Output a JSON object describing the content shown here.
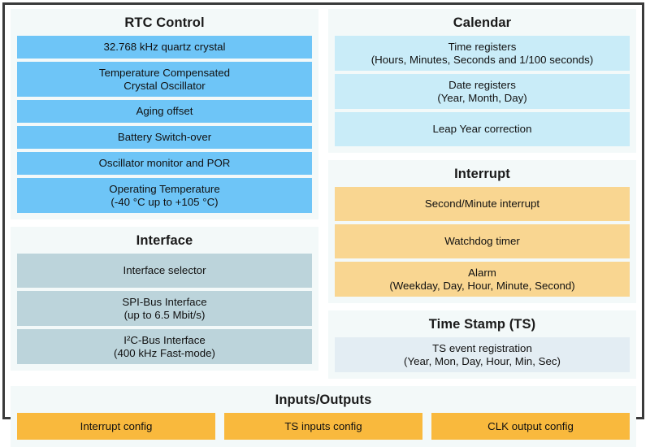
{
  "diagram": {
    "title_semantic": "RTC block diagram",
    "colors": {
      "frame_border": "#3a3a3a",
      "panel_bg": "#f3f9f9",
      "rtc_control_bar": "#6ec5f7",
      "interface_bar": "#bcd4db",
      "calendar_bar": "#c9ecf8",
      "interrupt_bar": "#f9d691",
      "timestamp_bar": "#e3edf3",
      "io_bar": "#f9b93d",
      "text": "#111111"
    },
    "panels": {
      "rtc_control": {
        "title": "RTC Control",
        "items": [
          {
            "line1": "32.768 kHz quartz crystal",
            "line2": ""
          },
          {
            "line1": "Temperature Compensated",
            "line2": "Crystal Oscillator"
          },
          {
            "line1": "Aging offset",
            "line2": ""
          },
          {
            "line1": "Battery Switch-over",
            "line2": ""
          },
          {
            "line1": "Oscillator monitor and POR",
            "line2": ""
          },
          {
            "line1": "Operating Temperature",
            "line2": "(-40 °C up to +105 °C)"
          }
        ]
      },
      "interface": {
        "title": "Interface",
        "items": [
          {
            "line1": "Interface selector",
            "line2": ""
          },
          {
            "line1": "SPI-Bus Interface",
            "line2": "(up to 6.5 Mbit/s)"
          },
          {
            "line1": "I²C-Bus Interface",
            "line2": "(400 kHz Fast-mode)"
          }
        ]
      },
      "calendar": {
        "title": "Calendar",
        "items": [
          {
            "line1": "Time registers",
            "line2": "(Hours, Minutes, Seconds and 1/100 seconds)"
          },
          {
            "line1": "Date registers",
            "line2": "(Year, Month, Day)"
          },
          {
            "line1": "Leap Year correction",
            "line2": ""
          }
        ]
      },
      "interrupt": {
        "title": "Interrupt",
        "items": [
          {
            "line1": "Second/Minute interrupt",
            "line2": ""
          },
          {
            "line1": "Watchdog timer",
            "line2": ""
          },
          {
            "line1": "Alarm",
            "line2": "(Weekday, Day, Hour, Minute, Second)"
          }
        ]
      },
      "time_stamp": {
        "title": "Time Stamp (TS)",
        "items": [
          {
            "line1": "TS event registration",
            "line2": "(Year, Mon, Day, Hour, Min, Sec)"
          }
        ]
      },
      "inputs_outputs": {
        "title": "Inputs/Outputs",
        "items": [
          {
            "line1": "Interrupt config",
            "line2": ""
          },
          {
            "line1": "TS inputs config",
            "line2": ""
          },
          {
            "line1": "CLK output config",
            "line2": ""
          }
        ]
      }
    }
  }
}
